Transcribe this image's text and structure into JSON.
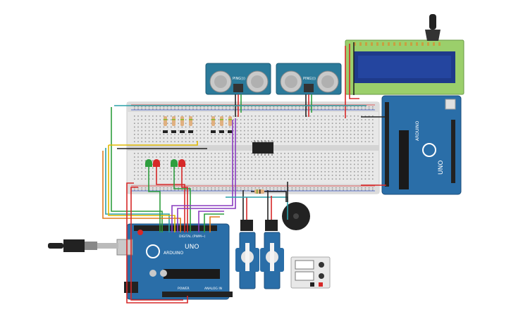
{
  "arduino_main": {
    "logo": "ARDUINO",
    "model": "UNO",
    "digital_label": "DIGITAL (PWM~)",
    "power_label": "POWER",
    "analog_label": "ANALOG IN"
  },
  "arduino_side": {
    "logo": "ARDUINO",
    "model": "UNO"
  },
  "sensors": [
    {
      "brand": "PING)))"
    },
    {
      "brand": "PING)))"
    }
  ],
  "lcd": {
    "text": ""
  },
  "icons": {
    "usb": "usb-cable-icon",
    "buzzer": "piezo-buzzer-icon",
    "servo": "servo-motor-icon",
    "power": "power-supply-icon"
  },
  "colors": {
    "board": "#2a6ea8",
    "breadboard": "#e6e6e6",
    "sensor": "#2b7a9a",
    "lcd_frame": "#9bcf6b",
    "lcd_screen": "#1e3a8a",
    "wire_red": "#d62828",
    "wire_black": "#222222",
    "wire_green": "#2e9e3e",
    "wire_yellow": "#e0b800",
    "wire_purple": "#8a3bbf",
    "wire_teal": "#2aa0a8",
    "wire_orange": "#e07a1f"
  }
}
